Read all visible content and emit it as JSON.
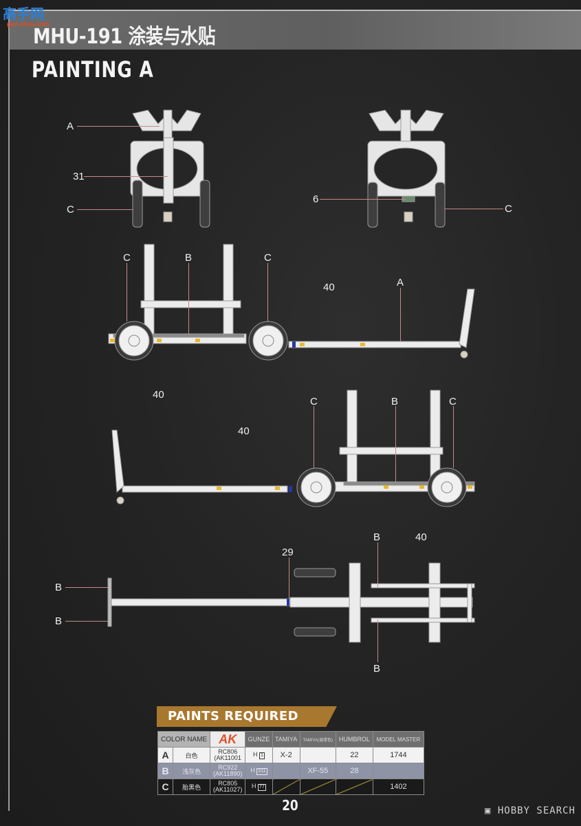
{
  "logo": {
    "cn": "高手网",
    "url": "gao-shou.com"
  },
  "header": {
    "title": "MHU-191 涂装与水贴"
  },
  "section": {
    "title": "PAINTING  A"
  },
  "views": {
    "front_view": {
      "callouts": [
        "A",
        "31",
        "C"
      ]
    },
    "rear_view": {
      "callouts": [
        "6",
        "C"
      ]
    },
    "side_view_right": {
      "callouts": [
        "C",
        "B",
        "C",
        "40",
        "A",
        "40"
      ]
    },
    "side_view_left": {
      "callouts": [
        "40",
        "C",
        "B",
        "C",
        "40"
      ]
    },
    "top_view": {
      "callouts": [
        "B",
        "B",
        "29",
        "B",
        "B"
      ]
    }
  },
  "paints": {
    "title": "PAINTS REQUIRED",
    "headers": [
      "COLOR NAME",
      "AK",
      "GUNZE",
      "TAMIYA",
      "TAMIYA(调漆色)",
      "HUMBROL",
      "MODEL MASTER"
    ],
    "rows": [
      {
        "letter": "A",
        "name": "白色",
        "ak": "RC806",
        "ak_code": "(AK11001",
        "gunze_prefix": "H",
        "gunze_num": "1",
        "tamiya": "X-2",
        "tamiya_mix": "",
        "humbrol": "22",
        "model_master": "1744"
      },
      {
        "letter": "B",
        "name": "浅灰色",
        "ak": "RC922",
        "ak_code": "(AK11890)",
        "gunze_prefix": "H",
        "gunze_num": "311",
        "tamiya": "",
        "tamiya_mix": "XF-55",
        "humbrol": "28",
        "model_master": ""
      },
      {
        "letter": "C",
        "name": "胎黑色",
        "ak": "RC805",
        "ak_code": "(AK11027)",
        "gunze_prefix": "H",
        "gunze_num": "77",
        "tamiya": "",
        "tamiya_mix": "",
        "humbrol": "",
        "model_master": "1402"
      }
    ]
  },
  "footer": {
    "page_number": "20",
    "watermark": "HOBBY SEARCH"
  },
  "colors": {
    "banner": "#a9782f",
    "leader": "#c58a86",
    "decal_yellow": "#e8b830",
    "row_b": "#8f93a6"
  }
}
